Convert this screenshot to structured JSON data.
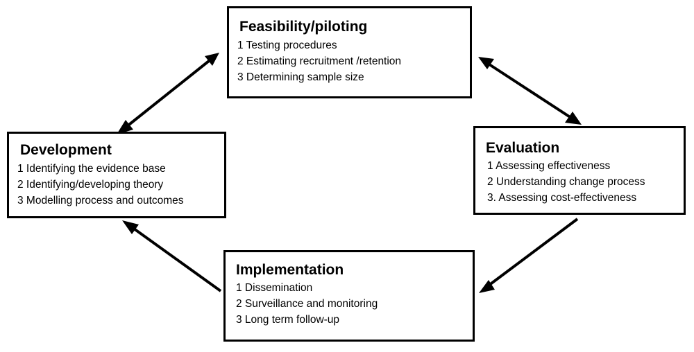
{
  "stages": {
    "feasibility": {
      "title": "Feasibility/piloting",
      "items": [
        "1 Testing procedures",
        "2 Estimating recruitment /retention",
        "3 Determining sample size"
      ]
    },
    "development": {
      "title": "Development",
      "items": [
        "1 Identifying the evidence base",
        "2 Identifying/developing theory",
        "3 Modelling process and outcomes"
      ]
    },
    "evaluation": {
      "title": "Evaluation",
      "items": [
        "1 Assessing effectiveness",
        "2 Understanding change process",
        "3. Assessing cost-effectiveness"
      ]
    },
    "implementation": {
      "title": "Implementation",
      "items": [
        "1 Dissemination",
        "2 Surveillance and monitoring",
        "3 Long term follow-up"
      ]
    }
  },
  "connections": [
    {
      "from": "development",
      "to": "feasibility",
      "direction": "both"
    },
    {
      "from": "feasibility",
      "to": "evaluation",
      "direction": "both"
    },
    {
      "from": "evaluation",
      "to": "implementation",
      "direction": "forward"
    },
    {
      "from": "implementation",
      "to": "development",
      "direction": "forward"
    }
  ],
  "colors": {
    "stroke": "#000000",
    "background": "#ffffff"
  }
}
